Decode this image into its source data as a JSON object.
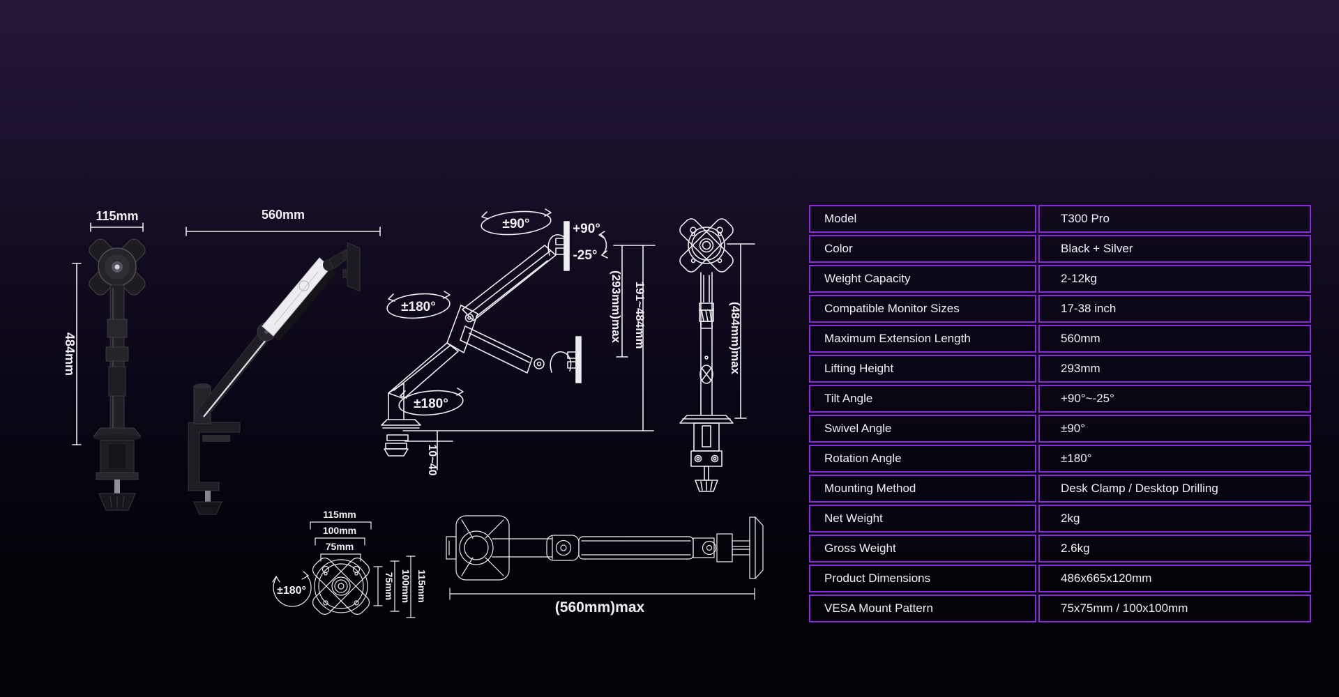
{
  "colors": {
    "accent_purple": "#8a2be2",
    "background_top": "#261739",
    "background_bottom": "#020105",
    "line_white": "#ededf0"
  },
  "spec_table": {
    "rows": [
      {
        "label": "Model",
        "value": "T300 Pro"
      },
      {
        "label": "Color",
        "value": "Black + Silver"
      },
      {
        "label": "Weight Capacity",
        "value": "2-12kg"
      },
      {
        "label": "Compatible Monitor Sizes",
        "value": "17-38 inch"
      },
      {
        "label": "Maximum Extension Length",
        "value": "560mm"
      },
      {
        "label": "Lifting Height",
        "value": "293mm"
      },
      {
        "label": "Tilt Angle",
        "value": "+90°~-25°"
      },
      {
        "label": "Swivel Angle",
        "value": "±90°"
      },
      {
        "label": "Rotation Angle",
        "value": "±180°"
      },
      {
        "label": "Mounting Method",
        "value": "Desk Clamp / Desktop Drilling"
      },
      {
        "label": "Net Weight",
        "value": "2kg"
      },
      {
        "label": "Gross Weight",
        "value": "2.6kg"
      },
      {
        "label": "Product Dimensions",
        "value": "486x665x120mm"
      },
      {
        "label": "VESA Mount Pattern",
        "value": "75x75mm / 100x100mm"
      }
    ]
  },
  "diagrams": {
    "front_view": {
      "width": "115mm",
      "height": "484mm"
    },
    "side_view": {
      "extension": "560mm"
    },
    "articulation": {
      "swivel": "±90°",
      "tilt_up": "+90°",
      "tilt_down": "-25°",
      "arm_rotation": "±180°",
      "base_rotation": "±180°",
      "lift_range": "(293mm)max",
      "height_range": "191~484mm",
      "desk_thickness": "10~40"
    },
    "pole_view": {
      "height": "(484mm)max"
    },
    "vesa_plate": {
      "top_dims": [
        "115mm",
        "100mm",
        "75mm"
      ],
      "side_dims": [
        "75mm",
        "100mm",
        "115mm"
      ],
      "rotation": "±180°"
    },
    "top_view": {
      "extension": "(560mm)max"
    }
  }
}
